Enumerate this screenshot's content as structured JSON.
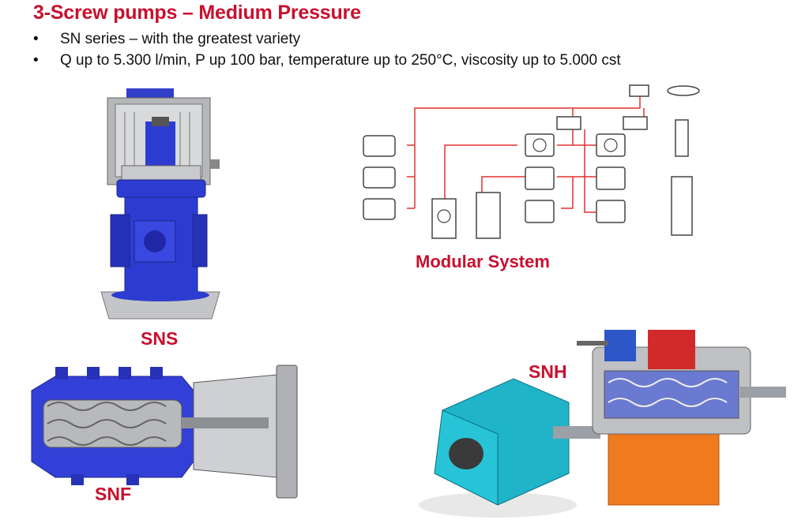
{
  "slide": {
    "title": "3-Screw pumps – Medium Pressure",
    "bullets": [
      "SN series – with the greatest variety",
      "Q up to 5.300 l/min,  P up 100 bar, temperature  up to 250°C, viscosity up to 5.000 cst"
    ]
  },
  "figures": {
    "sns_label": "SNS",
    "modular_label": "Modular System",
    "snf_label": "SNF",
    "snh_label": "SNH"
  },
  "colors": {
    "accent_red": "#c8102e",
    "pump_blue": "#2d3cd0",
    "pump_teal": "#1fb4c8",
    "base_orange": "#f07a1e",
    "casing_grey": "#a9aaad"
  }
}
